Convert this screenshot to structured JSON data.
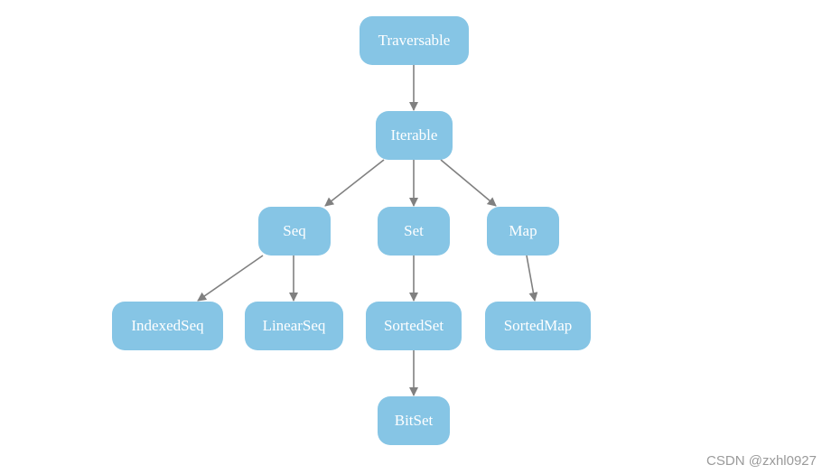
{
  "diagram": {
    "nodes": [
      {
        "id": "traversable",
        "label": "Traversable"
      },
      {
        "id": "iterable",
        "label": "Iterable"
      },
      {
        "id": "seq",
        "label": "Seq"
      },
      {
        "id": "set",
        "label": "Set"
      },
      {
        "id": "map",
        "label": "Map"
      },
      {
        "id": "indexedseq",
        "label": "IndexedSeq"
      },
      {
        "id": "linearseq",
        "label": "LinearSeq"
      },
      {
        "id": "sortedset",
        "label": "SortedSet"
      },
      {
        "id": "sortedmap",
        "label": "SortedMap"
      },
      {
        "id": "bitset",
        "label": "BitSet"
      }
    ],
    "edges": [
      {
        "from": "traversable",
        "to": "iterable"
      },
      {
        "from": "iterable",
        "to": "seq"
      },
      {
        "from": "iterable",
        "to": "set"
      },
      {
        "from": "iterable",
        "to": "map"
      },
      {
        "from": "seq",
        "to": "indexedseq"
      },
      {
        "from": "seq",
        "to": "linearseq"
      },
      {
        "from": "set",
        "to": "sortedset"
      },
      {
        "from": "map",
        "to": "sortedmap"
      },
      {
        "from": "sortedset",
        "to": "bitset"
      }
    ],
    "colors": {
      "node_fill": "#86c5e5",
      "node_text": "#ffffff",
      "edge": "#808080"
    }
  },
  "watermark": "CSDN @zxhl0927"
}
